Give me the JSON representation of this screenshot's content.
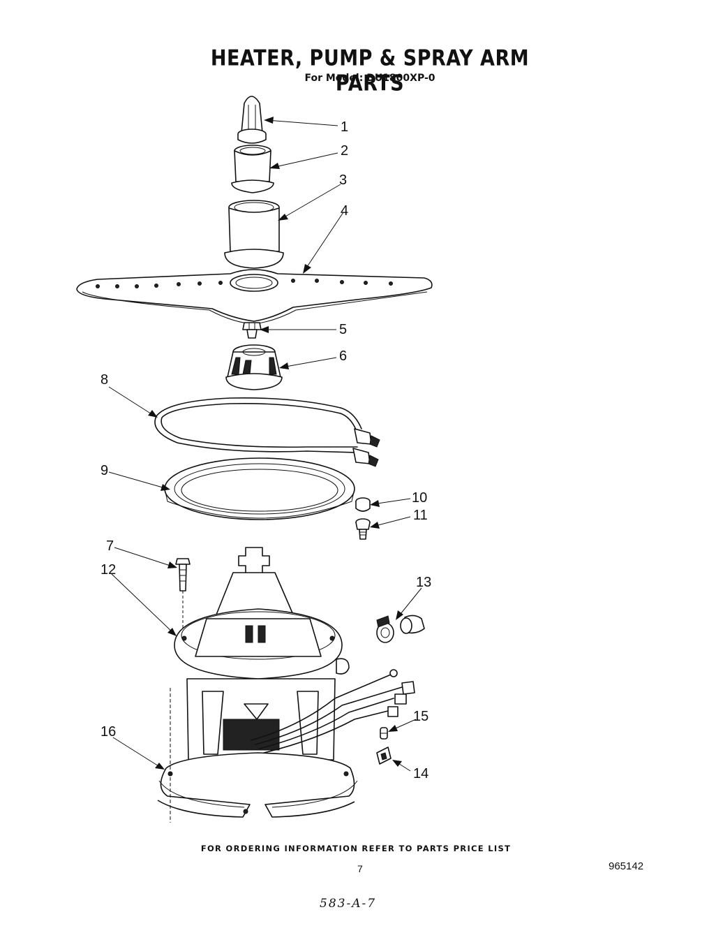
{
  "title": "HEATER, PUMP & SPRAY ARM  PARTS",
  "subtitle": "For Model: DU1800XP-0",
  "callouts": [
    {
      "key": "1",
      "label": "1"
    },
    {
      "key": "2",
      "label": "2"
    },
    {
      "key": "3",
      "label": "3"
    },
    {
      "key": "4",
      "label": "4"
    },
    {
      "key": "5",
      "label": "5"
    },
    {
      "key": "6",
      "label": "6"
    },
    {
      "key": "7",
      "label": "7"
    },
    {
      "key": "8",
      "label": "8"
    },
    {
      "key": "9",
      "label": "9"
    },
    {
      "key": "10",
      "label": "10"
    },
    {
      "key": "11",
      "label": "11"
    },
    {
      "key": "12",
      "label": "12"
    },
    {
      "key": "13",
      "label": "13"
    },
    {
      "key": "14",
      "label": "14"
    },
    {
      "key": "15",
      "label": "15"
    },
    {
      "key": "16",
      "label": "16"
    }
  ],
  "footer": "FOR ORDERING INFORMATION REFER TO PARTS PRICE LIST",
  "page_number": "7",
  "document_number": "965142",
  "handwritten_note": "583-A-7",
  "colors": {
    "ink": "#111111",
    "paper": "#ffffff"
  }
}
